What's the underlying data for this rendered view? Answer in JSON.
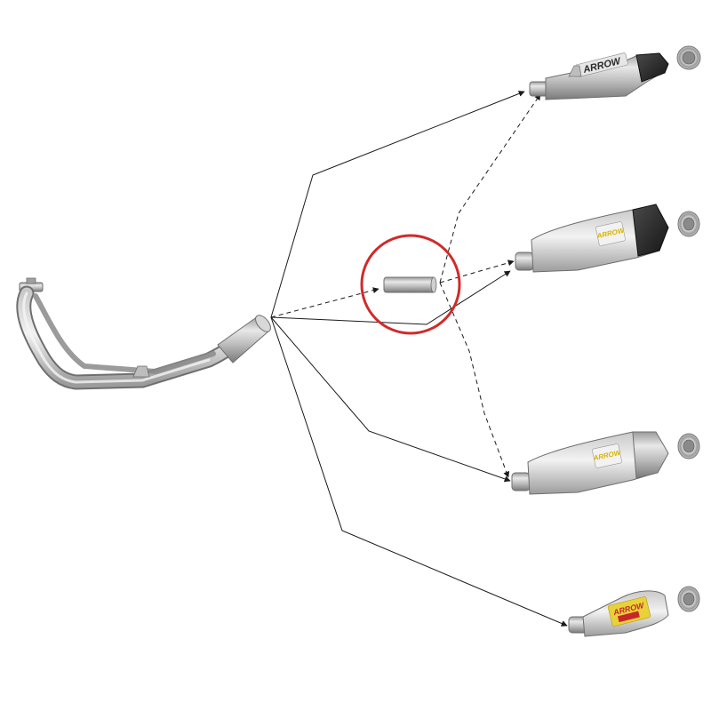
{
  "diagram": {
    "brand": "ARROW",
    "colors": {
      "steel_light": "#e6e6e6",
      "steel_mid": "#b4b4b4",
      "steel_dark": "#7d7d7d",
      "carbon": "#2a2a2a",
      "label_yellow": "#e8d23a",
      "label_red": "#c62828",
      "highlight_circle": "#d12a2a",
      "line": "#1a1a1a"
    },
    "components": [
      {
        "id": "header-pipe",
        "icon": "exhaust-header-pipe"
      },
      {
        "id": "link-pipe",
        "icon": "link-pipe-adapter"
      },
      {
        "id": "silencer-1",
        "icon": "conical-silencer-carbon-endcap"
      },
      {
        "id": "silencer-2",
        "icon": "oval-silencer-carbon-endcap"
      },
      {
        "id": "silencer-3",
        "icon": "oval-silencer-aluminium-endcap"
      },
      {
        "id": "silencer-4",
        "icon": "round-silencer-short"
      }
    ],
    "connections": [
      {
        "from": "header-pipe",
        "to": "silencer-1",
        "style": "solid"
      },
      {
        "from": "header-pipe",
        "to": "silencer-2",
        "style": "solid"
      },
      {
        "from": "header-pipe",
        "to": "silencer-3",
        "style": "solid"
      },
      {
        "from": "header-pipe",
        "to": "silencer-4",
        "style": "solid"
      },
      {
        "from": "header-pipe",
        "to": "link-pipe",
        "style": "dashed"
      },
      {
        "from": "link-pipe",
        "to": "silencer-1",
        "style": "dashed"
      },
      {
        "from": "link-pipe",
        "to": "silencer-2",
        "style": "dashed"
      },
      {
        "from": "link-pipe",
        "to": "silencer-3",
        "style": "dashed"
      }
    ]
  }
}
